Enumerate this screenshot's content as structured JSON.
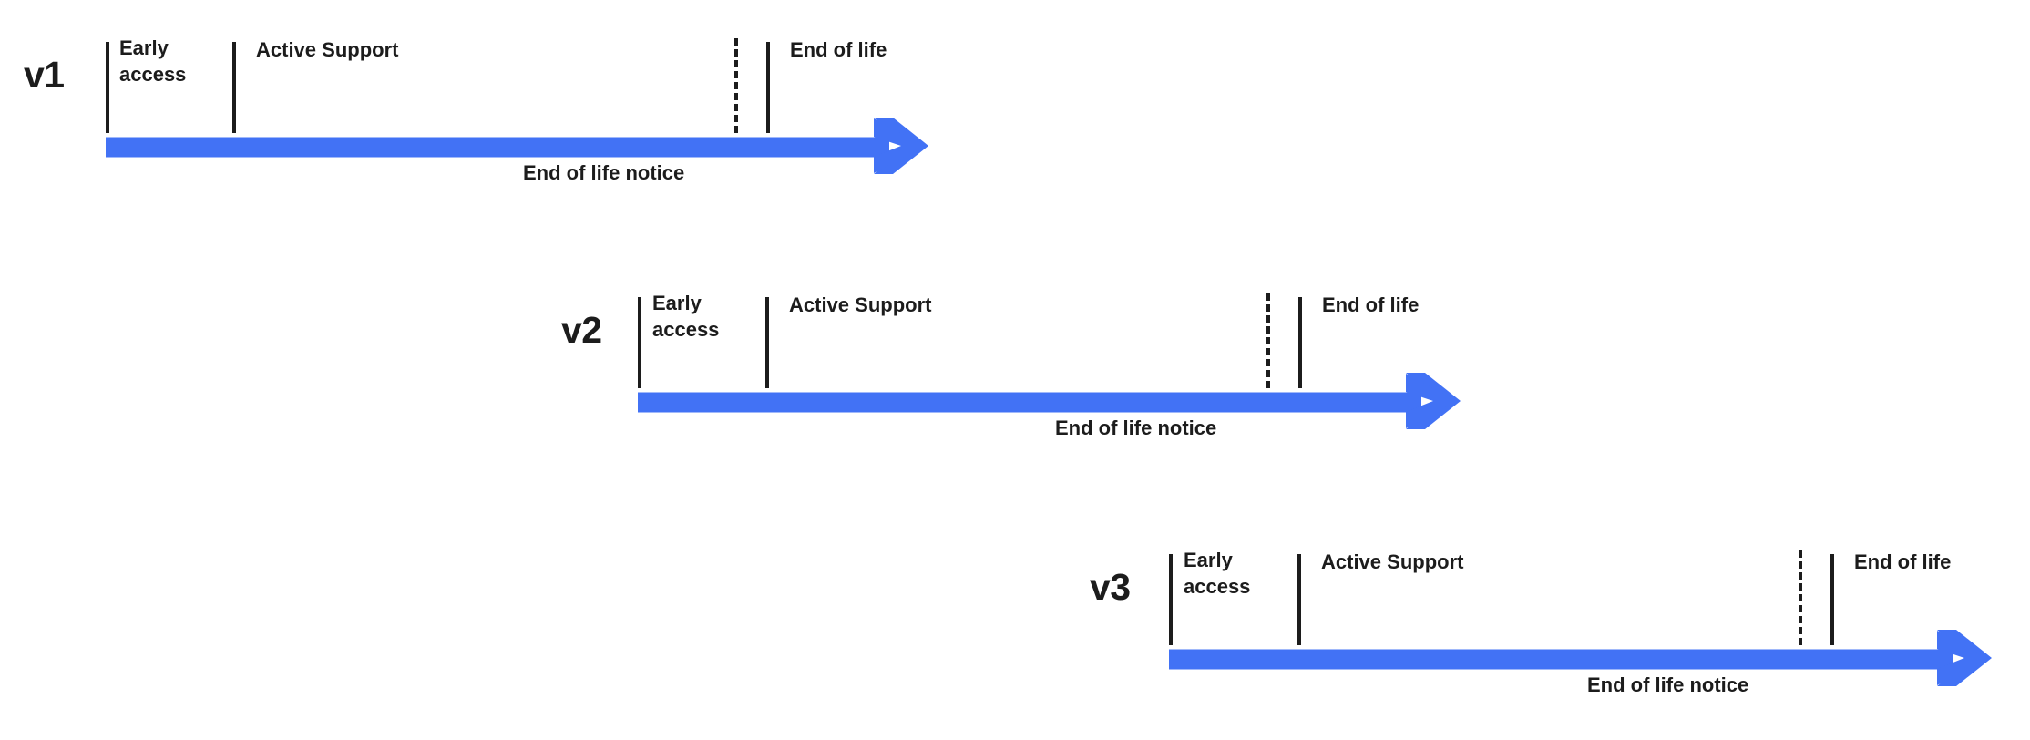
{
  "diagram": {
    "type": "lifecycle-timeline",
    "background_color": "#ffffff",
    "accent_color": "#4272F5",
    "text_color": "#1c1c1c",
    "rows": [
      {
        "version_label": "v1",
        "segments": [
          {
            "label": "Early\naccess"
          },
          {
            "label": "Active Support"
          },
          {
            "label": "End of life"
          }
        ],
        "notice_label": "End of life notice"
      },
      {
        "version_label": "v2",
        "segments": [
          {
            "label": "Early\naccess"
          },
          {
            "label": "Active Support"
          },
          {
            "label": "End of life"
          }
        ],
        "notice_label": "End of life notice"
      },
      {
        "version_label": "v3",
        "segments": [
          {
            "label": "Early\naccess"
          },
          {
            "label": "Active Support"
          },
          {
            "label": "End of life"
          }
        ],
        "notice_label": "End of life notice"
      }
    ]
  }
}
